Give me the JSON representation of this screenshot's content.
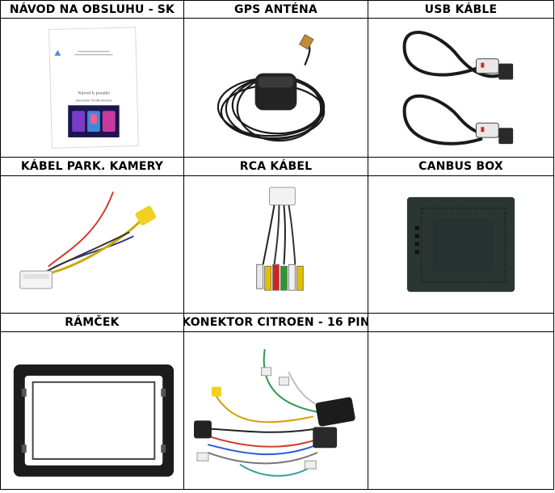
{
  "headers": [
    "NÁVOD NA OBSLUHU - SK",
    "GPS ANTÉNA",
    "USB KÁBLE",
    "KÁBEL PARK. KAMERY",
    "RCA KÁBEL",
    "CANBUS BOX",
    "RÁMČEK",
    "KONEKTOR CITROEN - 16 PIN",
    ""
  ],
  "manual": {
    "title": "Návod k použití",
    "subtitle": "Autorádio 7010B Android"
  },
  "images": [
    "manual-photo",
    "gps-antenna-photo",
    "usb-cables-photo",
    "camera-cable-photo",
    "rca-cable-photo",
    "canbus-box-photo",
    "frame-photo",
    "citroen-connector-photo"
  ]
}
